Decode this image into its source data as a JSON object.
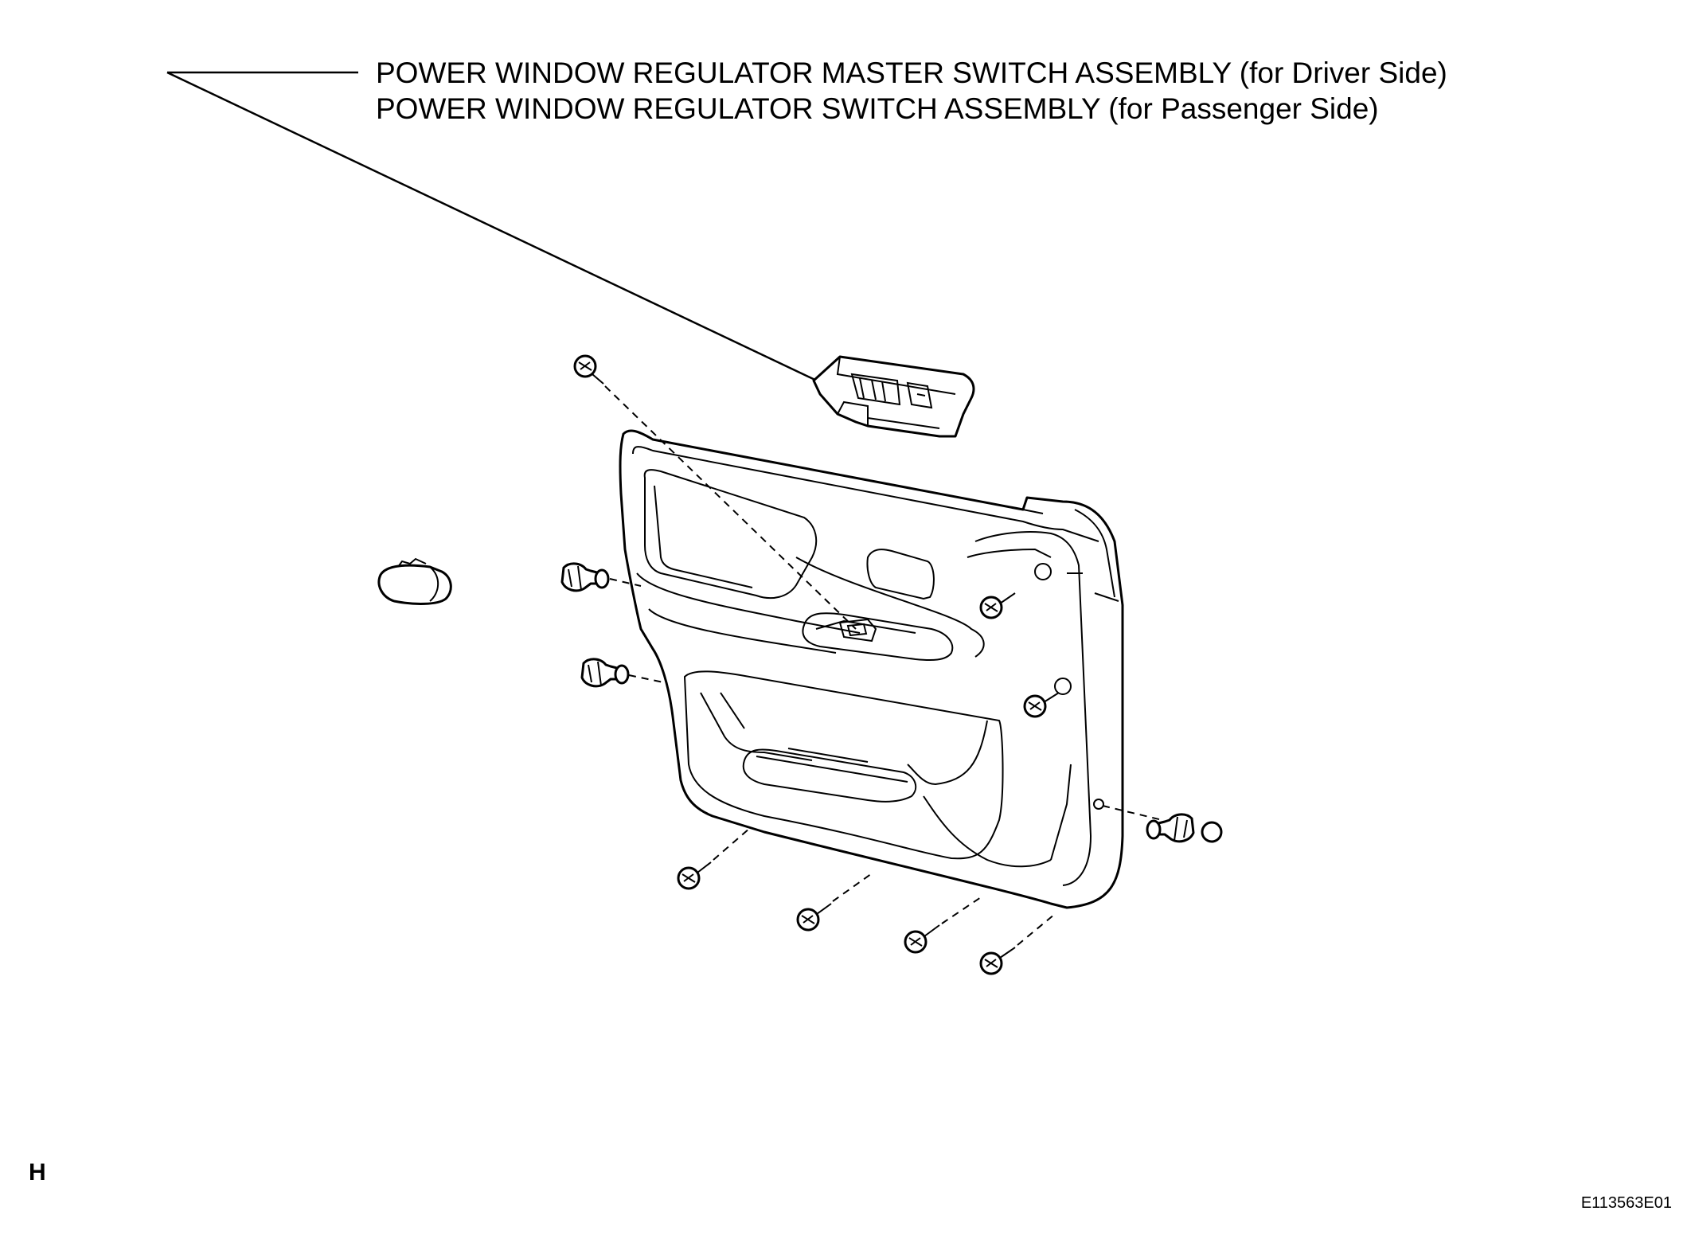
{
  "labels": {
    "master_switch": "POWER WINDOW REGULATOR MASTER SWITCH ASSEMBLY (for Driver Side)",
    "passenger_switch": "POWER WINDOW REGULATOR SWITCH ASSEMBLY (for Passenger Side)"
  },
  "section_code": "H",
  "figure_id": "E113563E01",
  "icons": [
    "door-trim-panel",
    "power-window-switch",
    "clip",
    "screw",
    "cap"
  ]
}
